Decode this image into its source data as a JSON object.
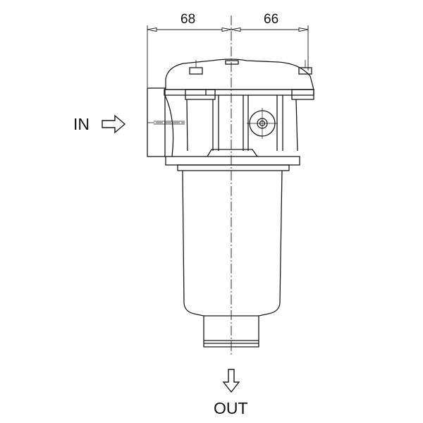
{
  "dimensions": {
    "left": "68",
    "right": "66"
  },
  "labels": {
    "inlet": "IN",
    "outlet": "OUT"
  },
  "colors": {
    "line": "#1a1a1a",
    "background": "#ffffff"
  }
}
